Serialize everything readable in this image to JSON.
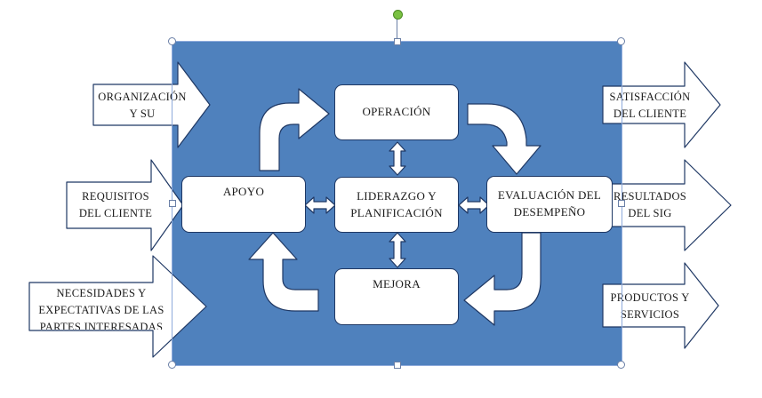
{
  "diagram": {
    "center_box": "LIDERAZGO Y\nPLANIFICACIÓN",
    "top_box": "OPERACIÓN",
    "left_box": "APOYO",
    "right_box": "EVALUACIÓN DEL\nDESEMPEÑO",
    "bottom_box": "MEJORA"
  },
  "inputs": [
    "ORGANIZACIÓN\nY SU",
    "REQUISITOS\nDEL CLIENTE",
    "NECESIDADES Y\nEXPECTATIVAS DE LAS\nPARTES INTERESADAS"
  ],
  "outputs": [
    "SATISFACCIÓN\nDEL CLIENTE",
    "RESULTADOS\nDEL SIG",
    "PRODUCTOS Y\nSERVICIOS"
  ],
  "colors": {
    "canvas_blue": "#4f81bd",
    "border": "#1f3864",
    "handle_green": "#7ac142"
  }
}
